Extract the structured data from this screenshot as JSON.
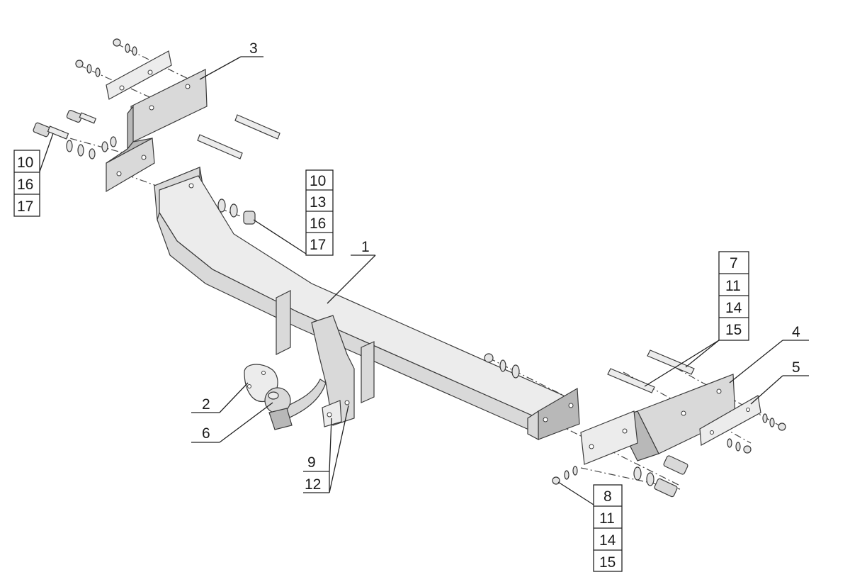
{
  "callouts": {
    "part_1": "1",
    "part_2": "2",
    "part_3": "3",
    "part_4": "4",
    "part_5": "5",
    "part_6": "6",
    "stack_left": [
      "10",
      "16",
      "17"
    ],
    "stack_center": [
      "10",
      "13",
      "16",
      "17"
    ],
    "stack_right_top": [
      "7",
      "11",
      "14",
      "15"
    ],
    "stack_right_bottom": [
      "8",
      "11",
      "14",
      "15"
    ],
    "stack_mid": [
      "9",
      "12"
    ]
  }
}
